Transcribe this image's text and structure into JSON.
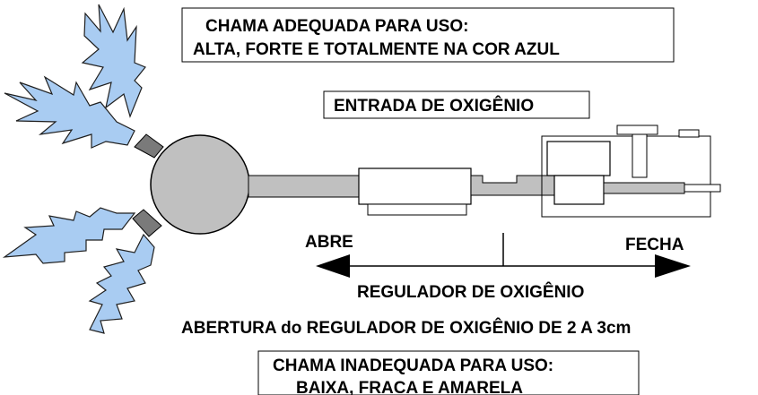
{
  "labels": {
    "top_box_line1": "CHAMA ADEQUADA PARA USO:",
    "top_box_line2": "ALTA, FORTE E TOTALMENTE NA COR AZUL",
    "oxygen_inlet": "ENTRADA DE OXIGÊNIO",
    "opens": "ABRE",
    "closes": "FECHA",
    "regulator": "REGULADOR DE OXIGÊNIO",
    "opening_note": "ABERTURA do REGULADOR DE OXIGÊNIO DE 2 A 3cm",
    "bottom_box_line1": "CHAMA INADEQUADA PARA USO:",
    "bottom_box_line2": "BAIXA, FRACA E AMARELA"
  },
  "colors": {
    "flame_fill": "#a9ccf2",
    "flame_stroke": "#1f1f1f",
    "burner_gray": "#c0c0c0",
    "nozzle_gray": "#7a7a7a",
    "outline": "#000000"
  },
  "icons": {
    "flame": "flame-icon",
    "arrow_left": "arrow-left-icon",
    "arrow_right": "arrow-right-icon"
  }
}
